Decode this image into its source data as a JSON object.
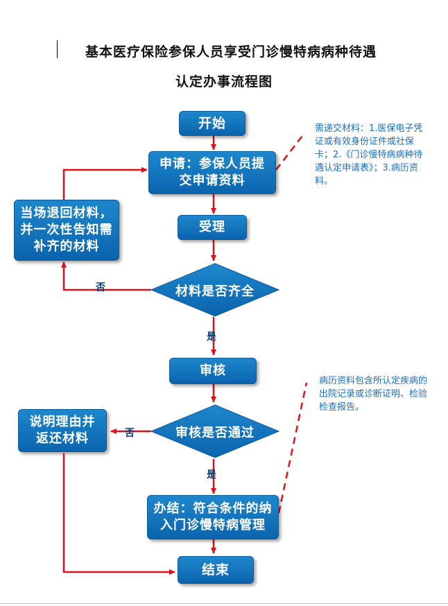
{
  "title": {
    "line1": "基本医疗保险参保人员享受门诊慢特病病种待遇",
    "line2": "认定办事流程图"
  },
  "nodes": {
    "start": "开始",
    "apply": "申请：参保人员提交申请资料",
    "accept": "受理",
    "materials_complete": "材料是否齐全",
    "return_materials": "当场退回材料，并一次性告知需补齐的材料",
    "review": "审核",
    "review_passed": "审核是否通过",
    "explain_return": "说明理由并返还材料",
    "complete": "办结：符合条件的纳入门诊慢特病管理",
    "end": "结束"
  },
  "edge_labels": {
    "no1": "否",
    "yes1": "是",
    "no2": "否",
    "yes2": "是"
  },
  "notes": {
    "materials": "需递交材料：1.医保电子凭证或有效身份证件或社保卡；2.《门诊慢特病病种待遇认定申请表》；3.病历资料。",
    "records": "病历资料包含所认定疾病的出院记录或诊断证明、检验检查报告。"
  },
  "colors": {
    "box_fill": "#1577c0",
    "arrow": "#e0101a",
    "note_text": "#1a6fc4"
  }
}
